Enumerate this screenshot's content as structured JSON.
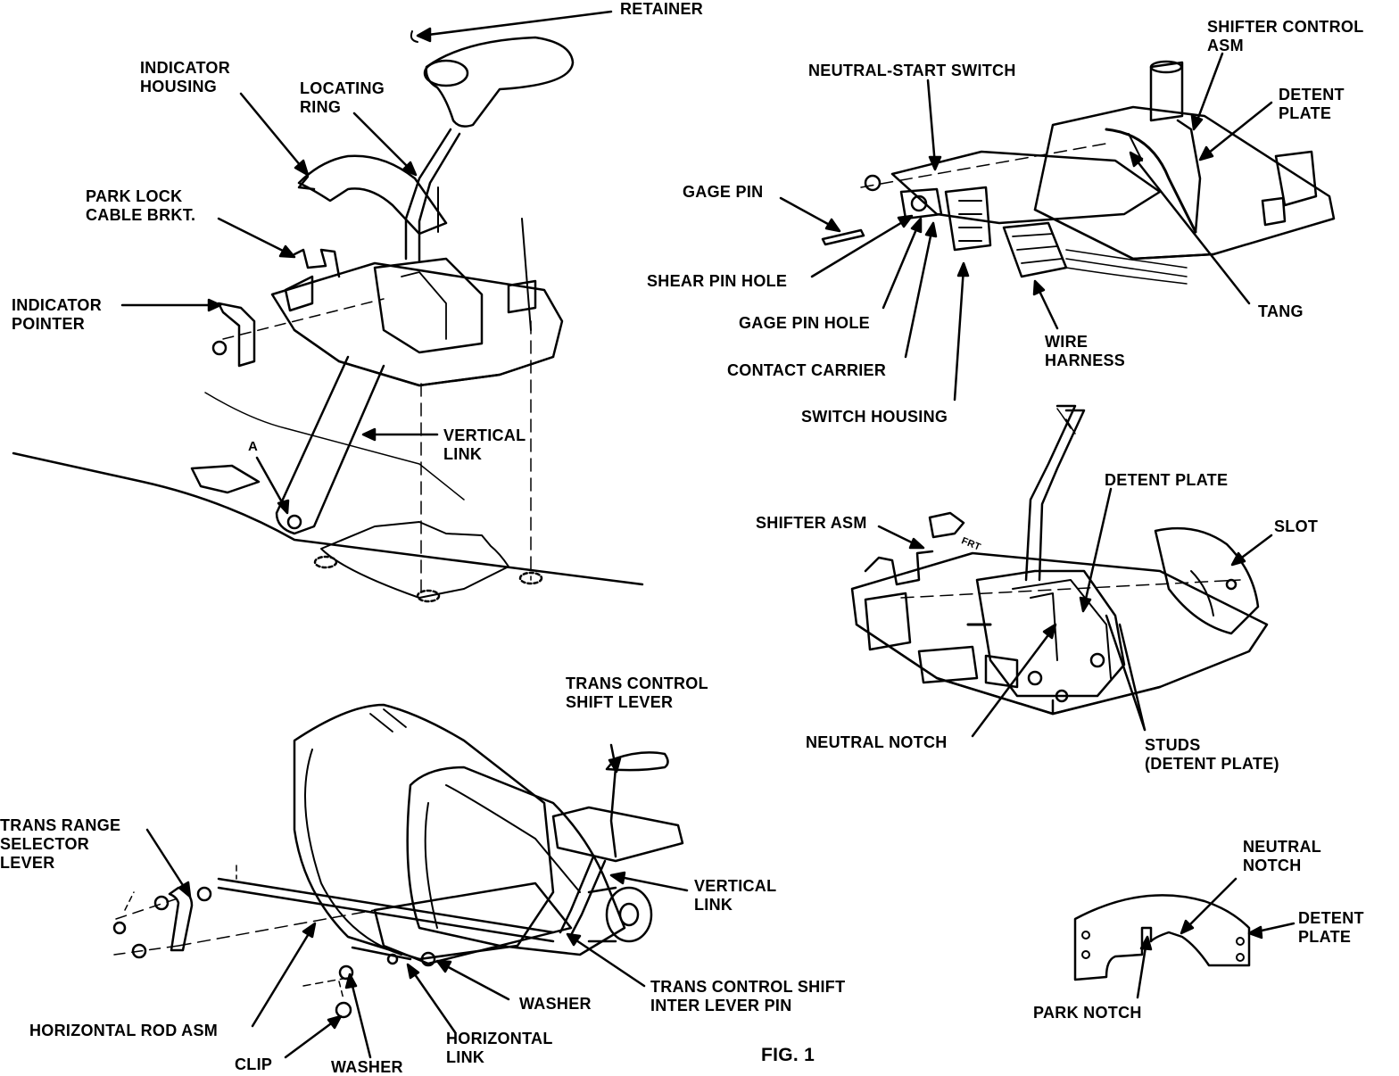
{
  "labels": {
    "retainer": "RETAINER",
    "indicator_housing": "INDICATOR\nHOUSING",
    "locating_ring": "LOCATING\nRING",
    "park_lock_cable_brkt": "PARK LOCK\nCABLE BRKT.",
    "indicator_pointer": "INDICATOR\nPOINTER",
    "vertical_link_top": "VERTICAL\nLINK",
    "point_a": "A",
    "shifter_control_asm": "SHIFTER CONTROL\nASM",
    "neutral_start_switch": "NEUTRAL-START SWITCH",
    "detent_plate_top": "DETENT\nPLATE",
    "gage_pin": "GAGE PIN",
    "shear_pin_hole": "SHEAR PIN HOLE",
    "gage_pin_hole": "GAGE PIN HOLE",
    "contact_carrier": "CONTACT CARRIER",
    "switch_housing": "SWITCH HOUSING",
    "tang": "TANG",
    "wire_harness": "WIRE\nHARNESS",
    "detent_plate_mid": "DETENT PLATE",
    "shifter_asm": "SHIFTER ASM",
    "frt": "FRT",
    "slot": "SLOT",
    "neutral_notch_mid": "NEUTRAL NOTCH",
    "studs_detent_plate": "STUDS\n(DETENT PLATE)",
    "trans_control_shift_lever": "TRANS CONTROL\nSHIFT LEVER",
    "trans_range_selector_lever": "TRANS RANGE\nSELECTOR\nLEVER",
    "vertical_link_bottom": "VERTICAL\nLINK",
    "trans_control_shift_inter_lever_pin": "TRANS CONTROL SHIFT\nINTER LEVER PIN",
    "washer_right": "WASHER",
    "horizontal_rod_asm": "HORIZONTAL ROD ASM",
    "clip": "CLIP",
    "washer_bottom": "WASHER",
    "horizontal_link": "HORIZONTAL\nLINK",
    "fig_1": "FIG. 1",
    "neutral_notch_detail": "NEUTRAL\nNOTCH",
    "detent_plate_detail": "DETENT\nPLATE",
    "park_notch": "PARK NOTCH"
  }
}
